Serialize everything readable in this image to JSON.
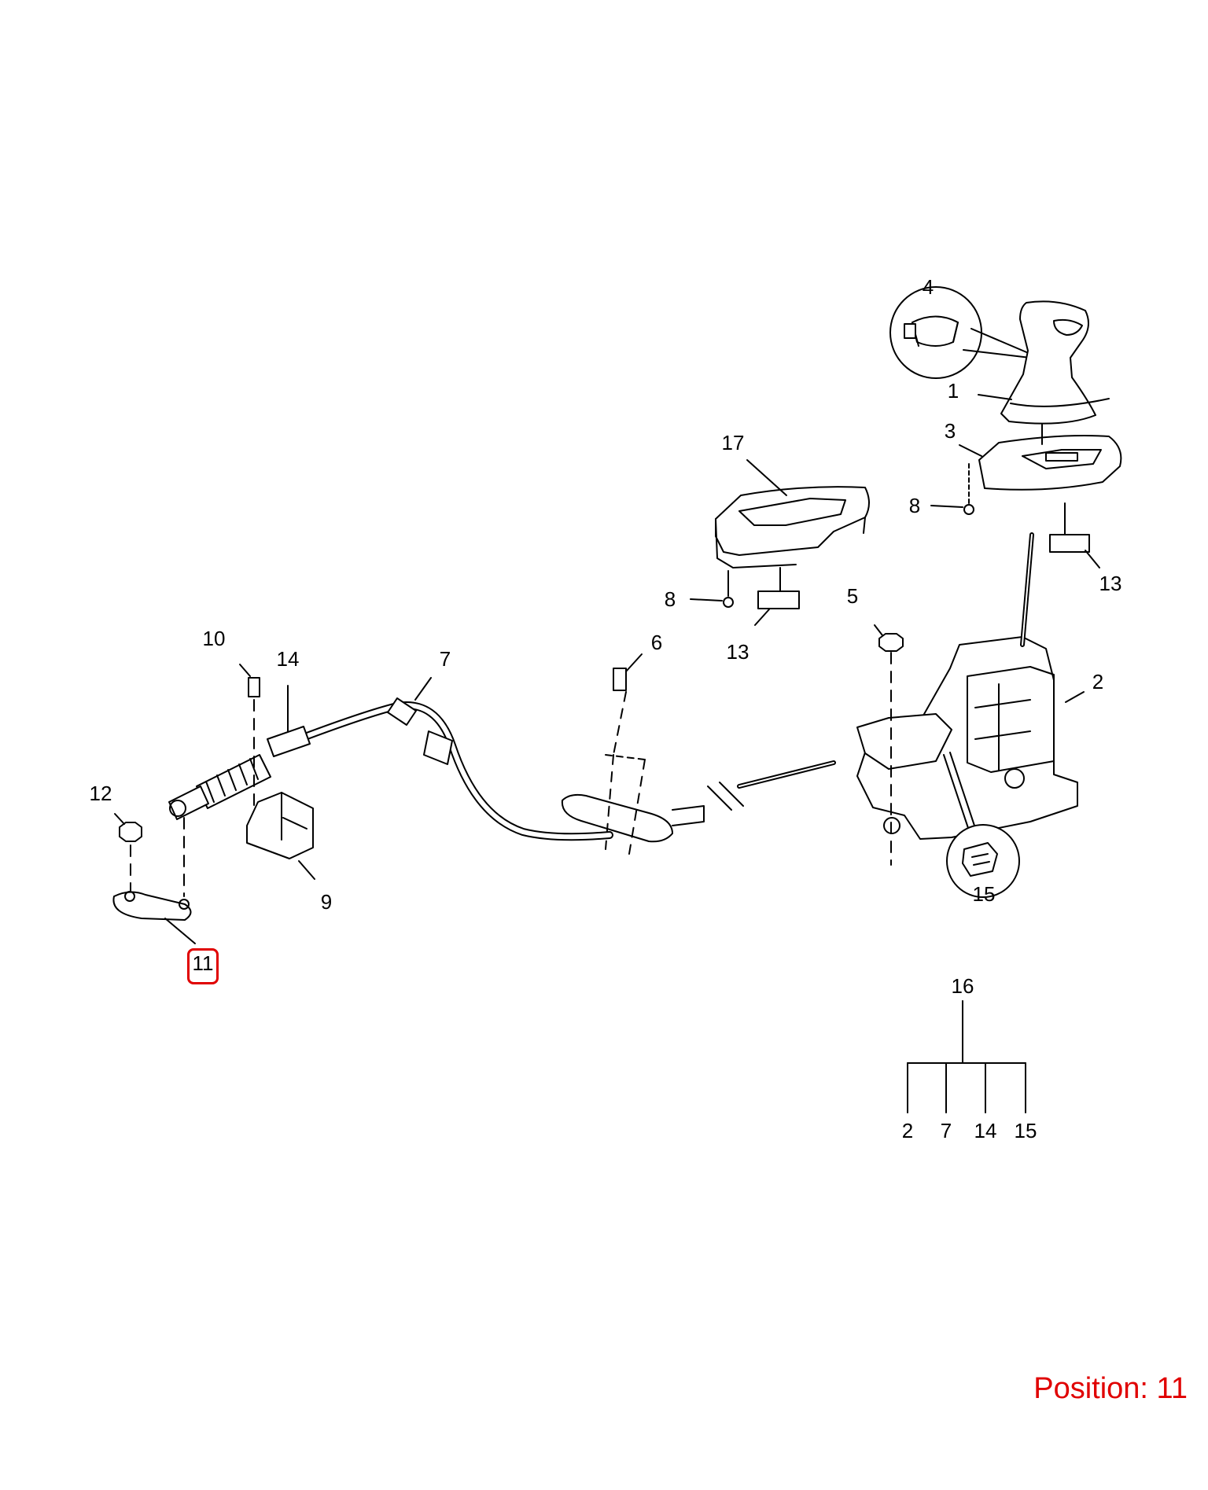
{
  "callouts": [
    "1",
    "2",
    "3",
    "4",
    "5",
    "6",
    "7",
    "8",
    "8",
    "9",
    "10",
    "11",
    "12",
    "13",
    "13",
    "14",
    "15",
    "16",
    "17"
  ],
  "kit_tree": {
    "parent": "16",
    "children": [
      "2",
      "7",
      "14",
      "15"
    ]
  },
  "selected": "11",
  "position_text": "Position: 11",
  "colors": {
    "line": "#000000",
    "highlight": "#e00000",
    "position_text": "#e00000"
  }
}
